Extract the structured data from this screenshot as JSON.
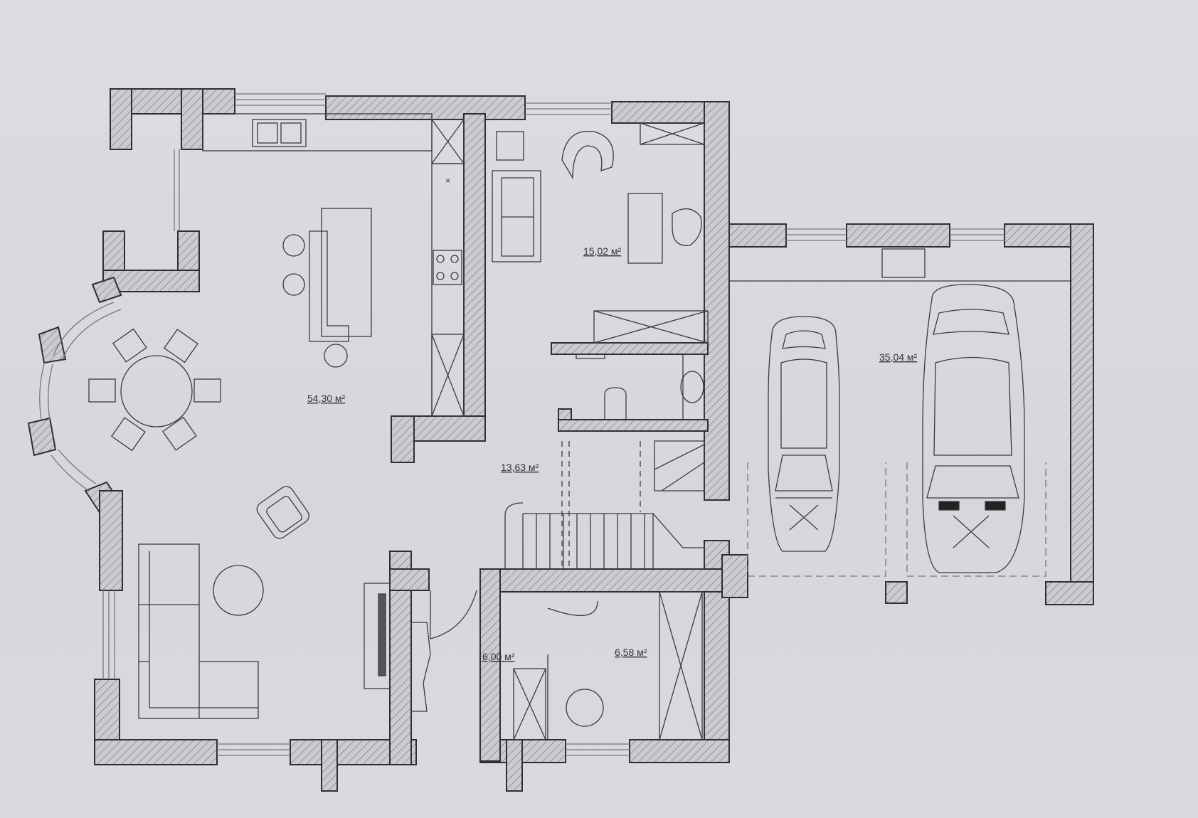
{
  "rooms": {
    "living_kitchen": "54,30 м²",
    "study": "15,02 м²",
    "hall": "13,63 м²",
    "garage": "35,04 м²",
    "vestibule": "6,00 м²",
    "office": "6,58 м²"
  },
  "colors": {
    "background": "#d8d9dd",
    "wall_fill": "#c8c8cd",
    "line": "#3a3a3e"
  }
}
